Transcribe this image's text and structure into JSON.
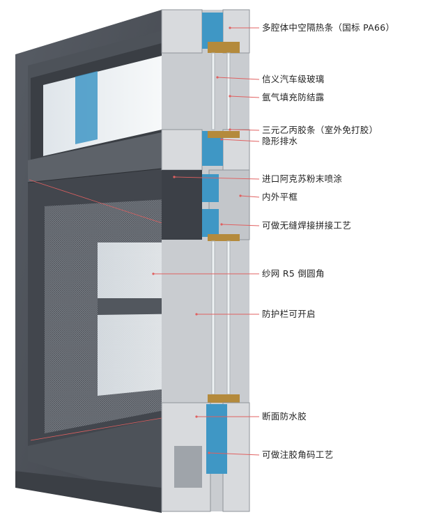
{
  "colors": {
    "frame": "#4a4f57",
    "frame_light": "#5b6068",
    "frame_dark": "#33373d",
    "profile_silver": "#d8dadd",
    "profile_shadow": "#8e9399",
    "thermal_break": "#3f97c5",
    "glass": "#eef2f4",
    "mesh": "#6c7077",
    "leader_line": "#e06060",
    "label_text": "#222222"
  },
  "callouts": [
    {
      "label": "多腔体中空隔热条（国标 PA66）"
    },
    {
      "label": "信义汽车级玻璃"
    },
    {
      "label": "氩气填充防结露"
    },
    {
      "label": "三元乙丙胶条（室外免打胶）"
    },
    {
      "label": "隐形排水"
    },
    {
      "label": "进口阿克苏粉末喷涂"
    },
    {
      "label": "内外平框"
    },
    {
      "label": "可做无缝焊接拼接工艺"
    },
    {
      "label": "纱网 R5 倒圆角"
    },
    {
      "label": "防护栏可开启"
    },
    {
      "label": "断面防水胶"
    },
    {
      "label": "可做注胶角码工艺"
    }
  ]
}
